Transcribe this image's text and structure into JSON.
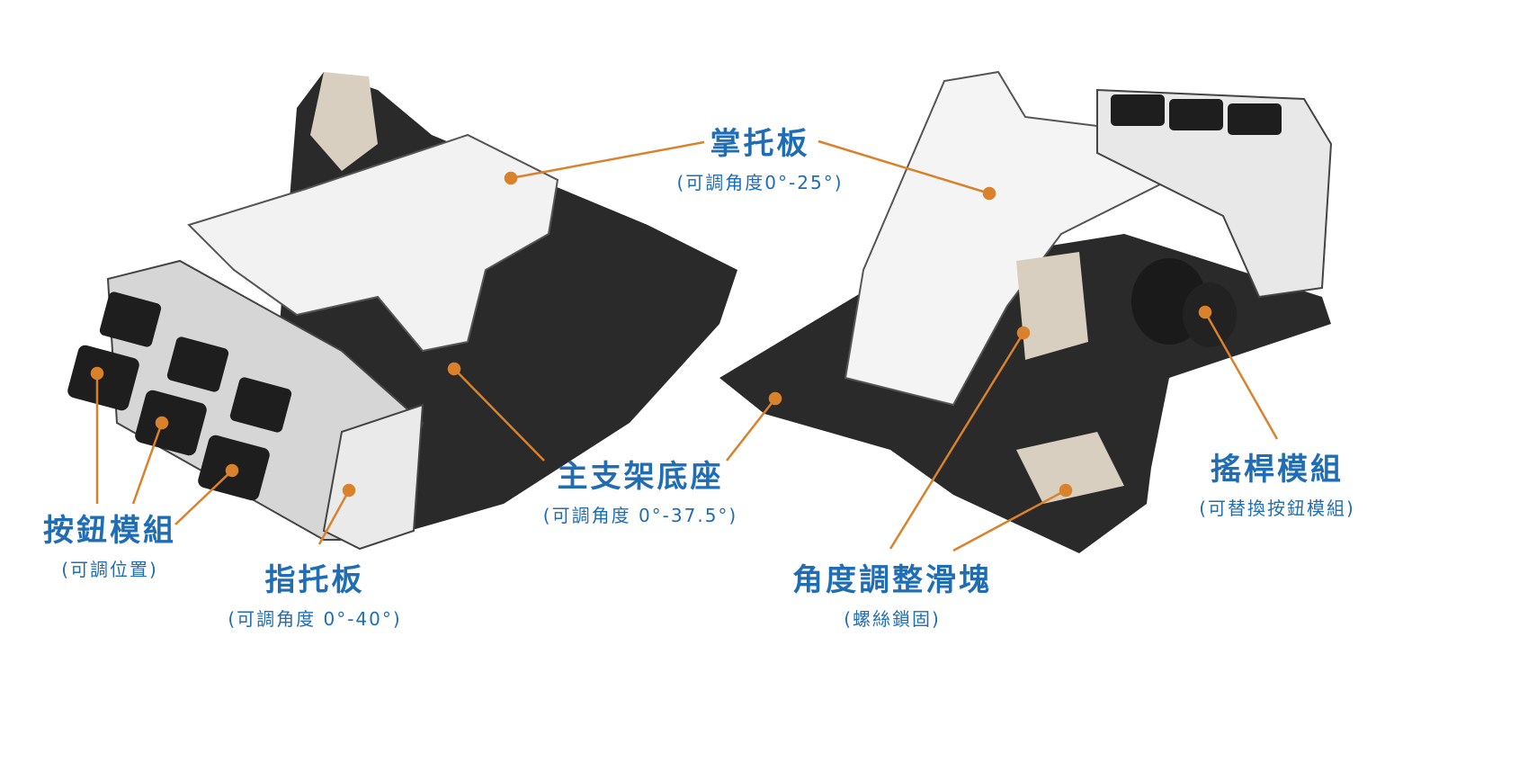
{
  "colors": {
    "label": "#1f6db5",
    "leader": "#d9822b",
    "body_dark": "#2a2a2a",
    "plate_white": "#f2f2f2",
    "slider_beige": "#d8cfc0"
  },
  "labels": {
    "palm_rest": {
      "title": "掌托板",
      "sub": "(可調角度0°-25°)"
    },
    "main_base": {
      "title": "主支架底座",
      "sub": "(可調角度 0°-37.5°)"
    },
    "button_module": {
      "title": "按鈕模組",
      "sub": "(可調位置)"
    },
    "finger_rest": {
      "title": "指托板",
      "sub": "(可調角度 0°-40°)"
    },
    "angle_slider": {
      "title": "角度調整滑塊",
      "sub": "(螺絲鎖固)"
    },
    "joystick_module": {
      "title": "搖桿模組",
      "sub": "(可替換按鈕模組)"
    }
  }
}
